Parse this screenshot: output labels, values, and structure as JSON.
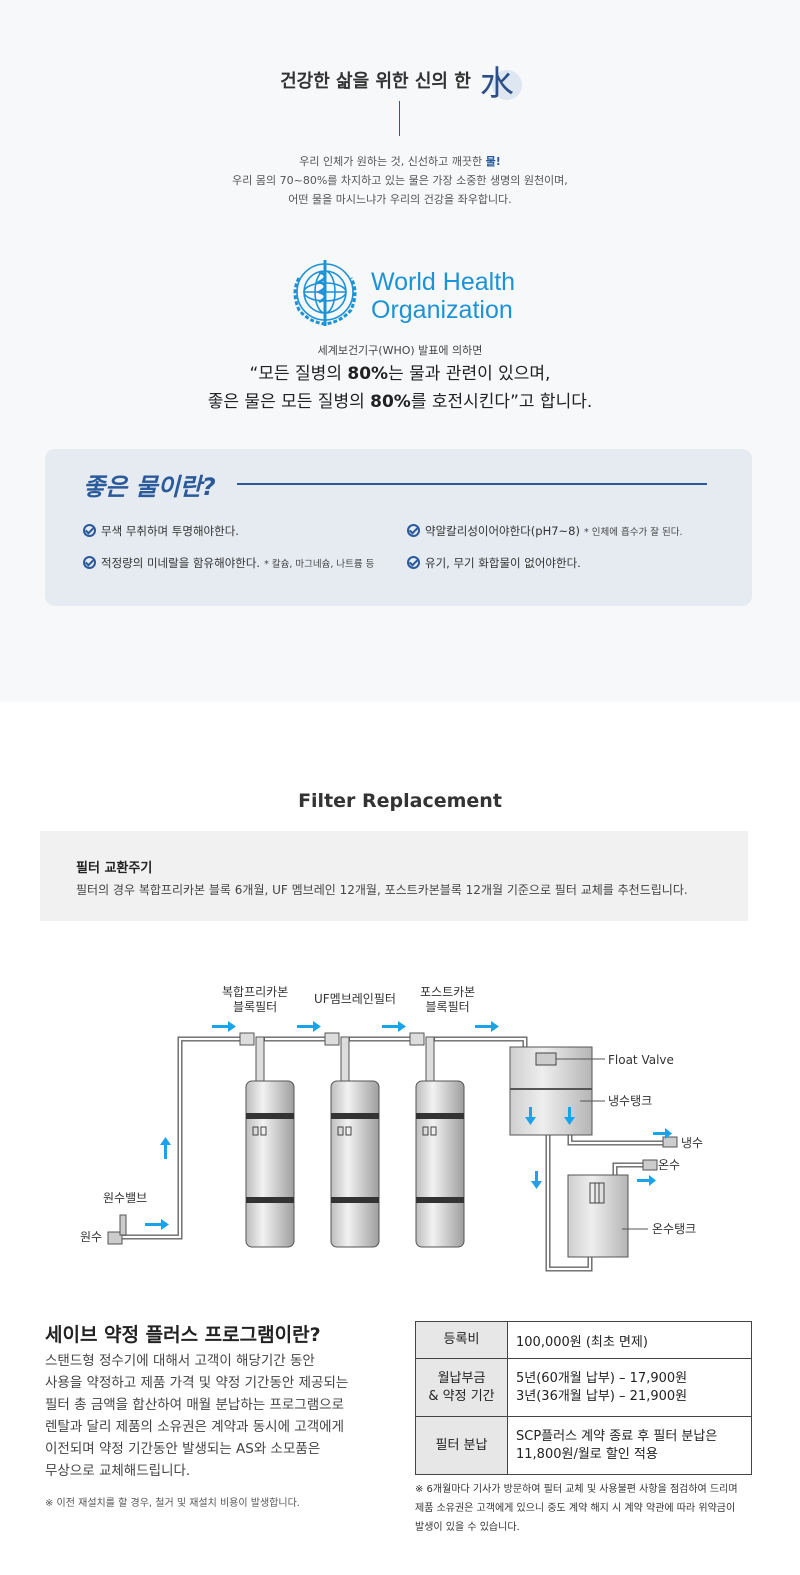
{
  "hero": {
    "title": "건강한 삶을 위한 신의 한",
    "title_char": "水",
    "intro_line1_a": "우리 인체가 원하는 것, 신선하고 깨끗한 ",
    "intro_line1_hl": "물!",
    "intro_line2": "우리 몸의 70~80%를 차지하고 있는 물은 가장 소중한 생명의 원천이며,",
    "intro_line3": "어떤 물을 마시느냐가 우리의 건강을 좌우합니다."
  },
  "who": {
    "logo_line1": "World Health",
    "logo_line2": "Organization",
    "caption": "세계보건기구(WHO) 발표에 의하면",
    "quote_line1_a": "“모든 질병의 ",
    "quote_line1_b": "80%",
    "quote_line1_c": "는 물과 관련이 있으며,",
    "quote_line2_a": "좋은 물은 모든 질병의 ",
    "quote_line2_b": "80%",
    "quote_line2_c": "를 호전시킨다”고 합니다."
  },
  "good_water": {
    "title": "좋은 물이란?",
    "items": [
      {
        "text": "무색 무취하며 투명해야한다.",
        "note": ""
      },
      {
        "text": "약알칼리성이어야한다(pH7~8)",
        "note": "* 인체에 흡수가 잘 된다."
      },
      {
        "text": "적정량의 미네랄을 함유해야한다.",
        "note": "* 칼슘, 마그네슘, 나트륨 등"
      },
      {
        "text": "유기, 무기 화합물이 없어야한다.",
        "note": ""
      }
    ]
  },
  "filter": {
    "title": "Filter Replacement",
    "cycle_title": "필터 교환주기",
    "cycle_desc": "필터의 경우 복합프리카본 블록 6개월, UF 멤브레인 12개월, 포스트카본블록 12개월 기준으로 필터 교체를 추천드립니다."
  },
  "diagram": {
    "filter1_line1": "복합프리카본",
    "filter1_line2": "블록필터",
    "filter2": "UF멤브레인필터",
    "filter3_line1": "포스트카본",
    "filter3_line2": "블록필터",
    "float_valve": "Float  Valve",
    "cold_tank": "냉수탱크",
    "cold_water": "냉수",
    "hot_water": "온수",
    "hot_tank": "온수탱크",
    "raw_valve": "원수밸브",
    "raw_water": "원수",
    "colors": {
      "arrow": "#1aa3e8",
      "pipe": "#555555",
      "filter_body": "#d9d9d9"
    }
  },
  "program": {
    "title": "세이브 약정 플러스 프로그램이란?",
    "desc_lines": [
      "스탠드형 정수기에 대해서 고객이 해당기간 동안",
      "사용을 약정하고 제품 가격 및 약정 기간동안 제공되는",
      "필터 총 금액을 합산하여 매월 분납하는 프로그램으로",
      "렌탈과 달리 제품의 소유권은 계약과 동시에 고객에게",
      "이전되며 약정 기간동안 발생되는 AS와 소모품은",
      "무상으로 교체해드립니다."
    ],
    "note": "※ 이전 재설치를 할 경우, 철거 및 재설치 비용이 발생합니다."
  },
  "price_table": {
    "rows": [
      {
        "head": [
          "등록비"
        ],
        "value": [
          "100,000원 (최초 면제)"
        ]
      },
      {
        "head": [
          "월납부금",
          "& 약정 기간"
        ],
        "value": [
          "5년(60개월 납부) – 17,900원",
          "3년(36개월 납부) – 21,900원"
        ]
      },
      {
        "head": [
          "필터 분납"
        ],
        "value": [
          "SCP플러스 계약 종료 후 필터 분납은",
          "11,800원/월로 할인 적용"
        ]
      }
    ],
    "note_lines": [
      "※ 6개월마다 기사가 방문하여 필터 교체 및 사용불편 사항을 점검하여 드리며",
      "제품 소유권은 고객에게 있으니 중도 계약 해지 시 계약 약관에 따라 위약금이",
      "발생이 있을 수 있습니다."
    ]
  }
}
